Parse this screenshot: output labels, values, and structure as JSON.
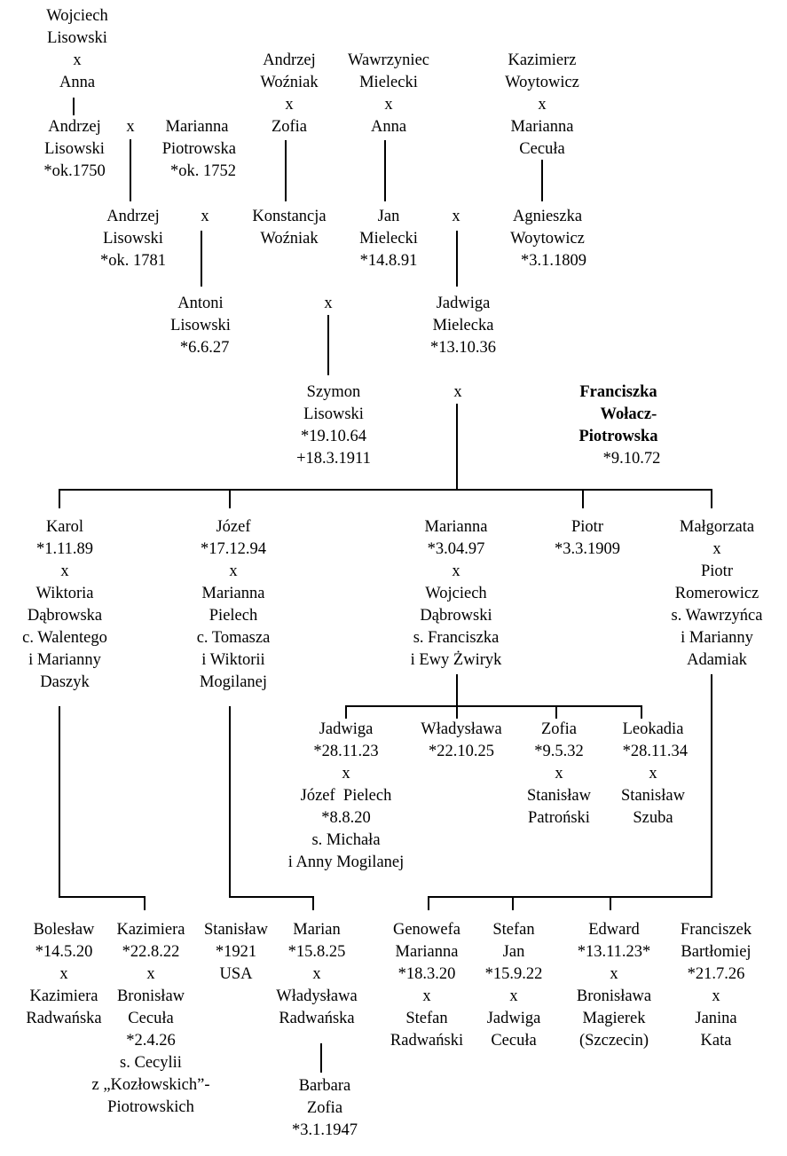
{
  "people": {
    "wojciech_anna": "Wojciech\nLisowski\nx\nAnna",
    "andrzej_senior": "Andrzej\nLisowski\n*ok.1750",
    "marriage_andrzej_marianna": "x",
    "marianna_piotrowska": "Marianna\n Piotrowska\n   *ok. 1752",
    "wozniak_parents": "Andrzej\nWoźniak\nx\nZofia",
    "mielecki_parents": "Wawrzyniec\nMielecki\nx\nAnna",
    "woytowicz_parents": "Kazimierz\nWoytowicz\nx\nMarianna\nCecuła",
    "andrzej_junior": "Andrzej\nLisowski\n*ok. 1781",
    "marriage_andrzej_konstancja": "x",
    "konstancja": "Konstancja\nWoźniak",
    "jan_mielecki": "Jan\nMielecki\n*14.8.91",
    "marriage_jan_agnieszka": "x",
    "agnieszka": "Agnieszka\nWoytowicz\n   *3.1.1809",
    "antoni": "Antoni\nLisowski\n  *6.6.27",
    "marriage_antoni_jadwiga": "x",
    "jadwiga_mielecka": "Jadwiga\nMielecka\n*13.10.36",
    "szymon": "Szymon\nLisowski\n*19.10.64\n+18.3.1911",
    "marriage_szymon_franciszka": "x",
    "franciszka": "Franciszka\n     Wołacz-\nPiotrowska",
    "franciszka_date": "*9.10.72",
    "karol": "Karol\n*1.11.89\nx\nWiktoria\nDąbrowska\nc. Walentego\ni Marianny\nDaszyk",
    "jozef": "Józef\n*17.12.94\nx\nMarianna\nPielech\nc. Tomasza\ni Wiktorii\nMogilanej",
    "marianna_child": "Marianna\n*3.04.97\nx\nWojciech\nDąbrowski\ns. Franciszka\ni Ewy Żwiryk",
    "piotr": "Piotr\n*3.3.1909",
    "malgorzata": "Małgorzata\nx\nPiotr\nRomerowicz\ns. Wawrzyńca\ni Marianny\nAdamiak",
    "jadwiga_gc": "Jadwiga\n*28.11.23\nx\nJózef  Pielech\n*8.8.20\ns. Michała\ni Anny Mogilanej",
    "wladyslawa_gc": "Władysława\n*22.10.25",
    "zofia_gc": "Zofia\n*9.5.32\nx\nStanisław\nPatroński",
    "leokadia_gc": "Leokadia\n *28.11.34\nx\nStanisław\nSzuba",
    "boleslaw": "Bolesław\n*14.5.20\nx\nKazimiera\nRadwańska",
    "kazimiera": "Kazimiera\n*22.8.22\nx\nBronisław\nCecuła\n*2.4.26\ns. Cecylii\nz „Kozłowskich”-\nPiotrowskich",
    "stanislaw": "Stanisław\n*1921\nUSA",
    "marian": "Marian\n*15.8.25\nx\nWładysława\nRadwańska",
    "barbara": "Barbara\nZofia\n*3.1.1947",
    "genowefa": "Genowefa\nMarianna\n*18.3.20\nx\nStefan\nRadwański",
    "stefan": "Stefan\nJan\n*15.9.22\nx\nJadwiga\nCecuła",
    "edward": "Edward\n*13.11.23*\nx\nBronisława\nMagierek\n(Szczecin)",
    "franciszek": "Franciszek\nBartłomiej\n*21.7.26\nx\nJanina\nKata"
  }
}
